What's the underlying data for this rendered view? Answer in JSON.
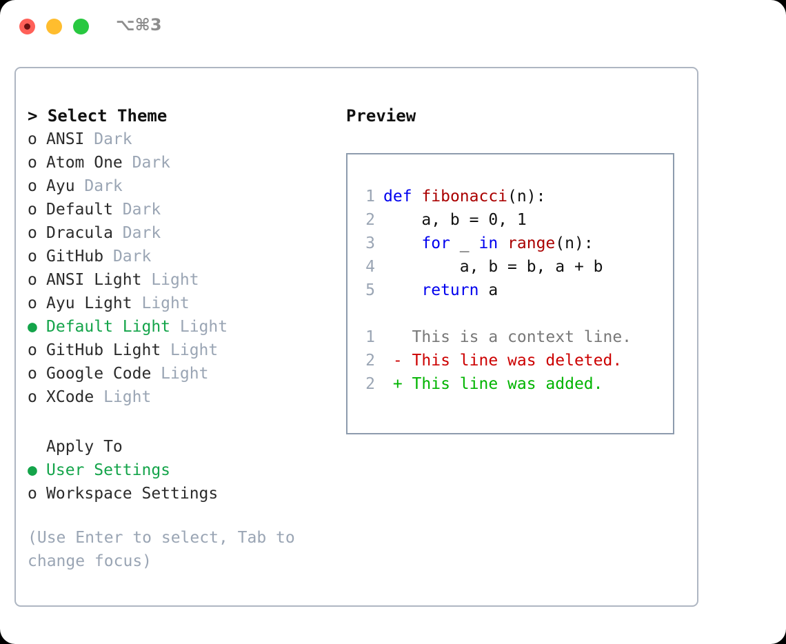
{
  "titlebar": {
    "shortcut": "⌥⌘3",
    "buttons": [
      "close",
      "minimize",
      "maximize"
    ]
  },
  "theme_panel": {
    "header": "> Select Theme",
    "header_marker": ">",
    "header_label": "Select Theme",
    "items": [
      {
        "marker": "o",
        "name": "ANSI",
        "suffix": "Dark",
        "selected": false
      },
      {
        "marker": "o",
        "name": "Atom One",
        "suffix": "Dark",
        "selected": false
      },
      {
        "marker": "o",
        "name": "Ayu",
        "suffix": "Dark",
        "selected": false
      },
      {
        "marker": "o",
        "name": "Default",
        "suffix": "Dark",
        "selected": false
      },
      {
        "marker": "o",
        "name": "Dracula",
        "suffix": "Dark",
        "selected": false
      },
      {
        "marker": "o",
        "name": "GitHub",
        "suffix": "Dark",
        "selected": false
      },
      {
        "marker": "o",
        "name": "ANSI Light",
        "suffix": "Light",
        "selected": false
      },
      {
        "marker": "o",
        "name": "Ayu Light",
        "suffix": "Light",
        "selected": false
      },
      {
        "marker": "●",
        "name": "Default Light",
        "suffix": "Light",
        "selected": true
      },
      {
        "marker": "o",
        "name": "GitHub Light",
        "suffix": "Light",
        "selected": false
      },
      {
        "marker": "o",
        "name": "Google Code",
        "suffix": "Light",
        "selected": false
      },
      {
        "marker": "o",
        "name": "XCode",
        "suffix": "Light",
        "selected": false
      }
    ]
  },
  "apply_to": {
    "header": "Apply To",
    "items": [
      {
        "marker": "●",
        "name": "User Settings",
        "selected": true
      },
      {
        "marker": "o",
        "name": "Workspace Settings",
        "selected": false
      }
    ]
  },
  "help_text": "(Use Enter to select, Tab to\nchange focus)",
  "preview": {
    "title": "Preview",
    "code_lines": [
      {
        "num": "1",
        "tokens": [
          {
            "t": "def",
            "c": "kw"
          },
          {
            "t": " ",
            "c": "pl"
          },
          {
            "t": "fibonacci",
            "c": "fn"
          },
          {
            "t": "(n):",
            "c": "pl"
          }
        ]
      },
      {
        "num": "2",
        "tokens": [
          {
            "t": "    a, b = 0, 1",
            "c": "pl"
          }
        ]
      },
      {
        "num": "3",
        "tokens": [
          {
            "t": "    ",
            "c": "pl"
          },
          {
            "t": "for",
            "c": "kw"
          },
          {
            "t": " _ ",
            "c": "pl"
          },
          {
            "t": "in",
            "c": "kw"
          },
          {
            "t": " ",
            "c": "pl"
          },
          {
            "t": "range",
            "c": "fn"
          },
          {
            "t": "(n):",
            "c": "pl"
          }
        ]
      },
      {
        "num": "4",
        "tokens": [
          {
            "t": "        a, b = b, a + b",
            "c": "pl"
          }
        ]
      },
      {
        "num": "5",
        "tokens": [
          {
            "t": "    ",
            "c": "pl"
          },
          {
            "t": "return",
            "c": "kw"
          },
          {
            "t": " a",
            "c": "pl"
          }
        ]
      }
    ],
    "diff_lines": [
      {
        "num": "1",
        "tokens": [
          {
            "t": "   This is a context line.",
            "c": "ctx"
          }
        ]
      },
      {
        "num": "2",
        "tokens": [
          {
            "t": " - This line was deleted.",
            "c": "del"
          }
        ]
      },
      {
        "num": "2",
        "tokens": [
          {
            "t": " + This line was added.",
            "c": "add"
          }
        ]
      }
    ]
  },
  "colors": {
    "selected_green": "#14a44a",
    "muted_gray": "#9aa5b4",
    "keyword_blue": "#0000ee",
    "function_red": "#aa0000",
    "diff_deleted": "#cc0000",
    "diff_added": "#00b400",
    "panel_border": "#aeb6c2",
    "code_border": "#8d9bad",
    "dot_close": "#ff6058",
    "dot_min": "#ffbd2e",
    "dot_max": "#28c840"
  }
}
